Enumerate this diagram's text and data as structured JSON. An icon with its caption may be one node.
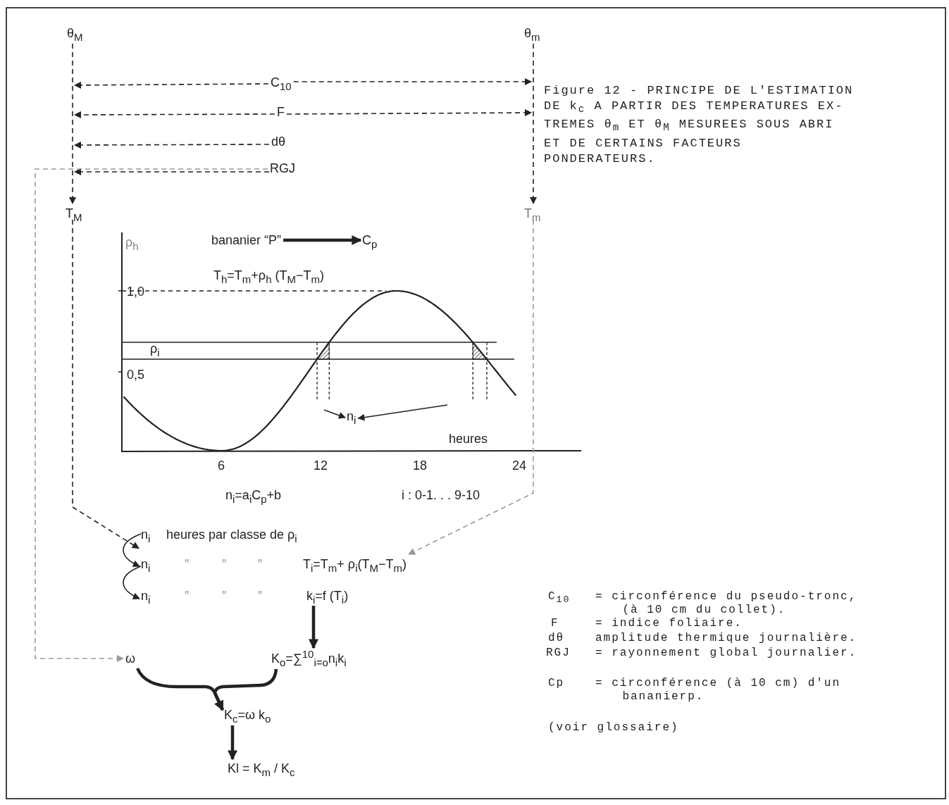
{
  "diagram": {
    "caption": "Figure 12 - PRINCIPE DE L'ESTIMATION DE k$_{c}$ A PARTIR DES TEMPERATURES EX- TREMES θ$_{m}$ ET θ$_{M}$ MESUREES SOUS ABRI ET DE CERTAINS FACTEURS PONDERATEURS.",
    "nodes": [
      {
        "text": [
          "θ$_{M}$"
        ]
      },
      {
        "text": [
          "θ$_{m}$"
        ]
      },
      {
        "text": [
          "C$_{10}$"
        ]
      },
      {
        "text": [
          "F"
        ]
      },
      {
        "text": [
          "dθ"
        ]
      },
      {
        "text": [
          "RGJ"
        ]
      },
      {
        "text": [
          "T$_{M}$"
        ]
      },
      {
        "text": [
          "T$_{m}$"
        ]
      },
      {
        "text": [
          "bananier “P”"
        ]
      },
      {
        "text": [
          "C$_{p}$"
        ]
      },
      {
        "text": [
          "n$_{i}$"
        ]
      },
      {
        "text": [
          "n$_{i}$"
        ],
        "beside": [
          "heures par classe de ρ$_{i}$"
        ]
      },
      {
        "text": [
          "n$_{i}$"
        ]
      },
      {
        "text": [
          "n$_{i}$"
        ]
      },
      {
        "text": [
          "T$_{i}$=T$_{m}$+ ρ$_{i}$(T$_{M}$−T$_{m}$)"
        ]
      },
      {
        "text": [
          "k$_{i}$=f (T$_{i}$)"
        ]
      },
      {
        "text": [
          "K$_{o}$=∑$^{10}$$_{i=o}$n$_{i}$k$_{i}$"
        ]
      },
      {
        "text": [
          "ω"
        ]
      },
      {
        "text": [
          "K$_{c}$=ω  k$_{o}$"
        ]
      },
      {
        "text": [
          "Kl = K$_{m}$ / K$_{c}$"
        ]
      }
    ],
    "edges": [
      {
        "from": 0,
        "to": 6,
        "arrow": "to",
        "style": "dashed"
      },
      {
        "from": 1,
        "to": 7,
        "arrow": "to",
        "style": "dashed"
      },
      {
        "from": 2,
        "to": null,
        "arrow": "to",
        "style": "dashed"
      },
      {
        "from": 2,
        "to": null,
        "arrow": "to",
        "style": "dashed"
      },
      {
        "from": 3,
        "to": null,
        "arrow": "to",
        "style": "dashed"
      },
      {
        "from": 3,
        "to": null,
        "arrow": "to",
        "style": "dashed"
      },
      {
        "from": 4,
        "to": null,
        "arrow": "to",
        "style": "dashed"
      },
      {
        "from": 5,
        "to": null,
        "arrow": "to",
        "style": "dashed"
      },
      {
        "from": 5,
        "to": 17,
        "arrow": "to",
        "style": "dashed",
        "color": "#999999"
      },
      {
        "from": 6,
        "to": 11,
        "arrow": "to",
        "style": "dashed"
      },
      {
        "from": 7,
        "to": 14,
        "arrow": "to",
        "style": "dashed",
        "color": "#999999"
      },
      {
        "from": 8,
        "to": 9,
        "arrow": "to",
        "style": "thick"
      },
      {
        "from": null,
        "to": 10,
        "arrow": "to"
      },
      {
        "from": null,
        "to": 10,
        "arrow": "to"
      },
      {
        "from": 11,
        "to": 12,
        "arrow": "to"
      },
      {
        "from": 12,
        "to": 13,
        "arrow": "to"
      },
      {
        "from": 15,
        "to": 16,
        "arrow": "to",
        "style": "thick"
      },
      {
        "from": 17,
        "to": 18,
        "arrow": "to",
        "style": "thick"
      },
      {
        "from": 16,
        "to": 18,
        "arrow": "to",
        "style": "thick"
      },
      {
        "from": 18,
        "to": 19,
        "arrow": "to",
        "style": "thick"
      }
    ],
    "labels": [
      "ρ$_{h}$",
      "T$_{h}$=T$_{m}$+ρ$_{h}$ (T$_{M}$−T$_{m}$)",
      "1,0",
      "ρ$_{i}$",
      "0,5",
      "heures",
      "6",
      "12",
      "18",
      "24",
      "n$_{i}$=a$_{i}$C$_{p}$+b",
      "i : 0-1. . . 9-10",
      "″",
      "″",
      "″",
      "″",
      "″",
      "″",
      "C$_{10}$",
      "= circonférence du pseudo-tronc, (à 10 cm du collet).",
      "F",
      "= indice foliaire.",
      "dθ",
      "amplitude thermique journalière.",
      "RGJ",
      "= rayonnement global journalier.",
      "Cp",
      "= circonférence (à 10 cm) d'un bananierp.",
      "(voir glossaire)"
    ]
  }
}
